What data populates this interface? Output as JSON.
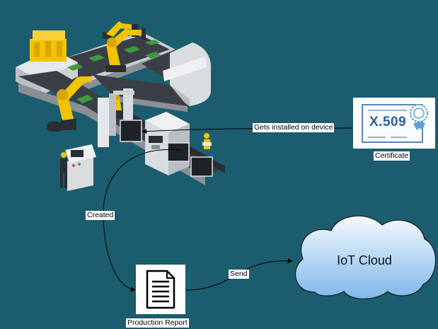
{
  "nodes": {
    "certificate_badge": "X.509",
    "certificate_label": "Certificate",
    "report_label": "Production Report",
    "cloud_label": "IoT Cloud"
  },
  "edges": {
    "installed": "Gets installed on device",
    "created": "Created",
    "send": "Send"
  },
  "colors": {
    "background": "#1b5d6e",
    "robot_yellow": "#f2c400",
    "conveyor_dark": "#3a3f45",
    "machine_gray": "#d9dde0",
    "cloud_blue": "#8ec2ee"
  }
}
